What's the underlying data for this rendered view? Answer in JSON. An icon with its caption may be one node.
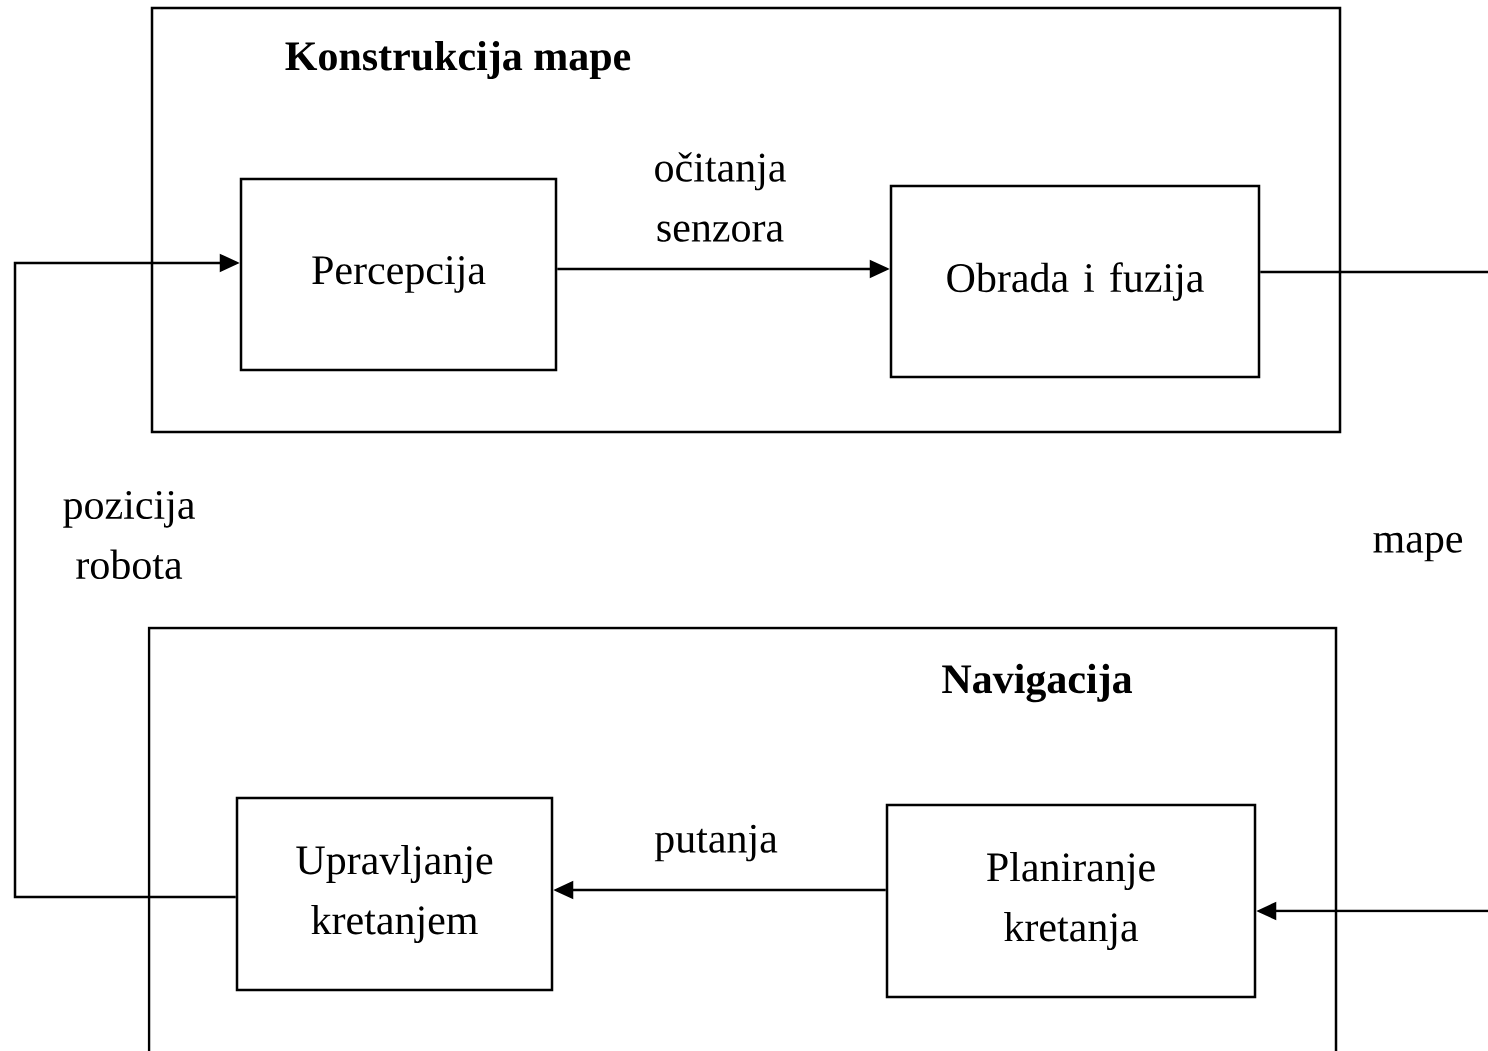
{
  "diagram": {
    "nodes": [
      {
        "text": [
          "Konstrukcija mape"
        ]
      },
      {
        "text": [
          "Percepcija"
        ],
        "in": 0
      },
      {
        "text": [
          "Obrada i fuzija"
        ],
        "in": 0
      },
      {
        "text": [
          "Navigacija"
        ]
      },
      {
        "text": [
          "Upravljanje kretanjem"
        ],
        "in": 3
      },
      {
        "text": [
          "Planiranje kretanja"
        ],
        "in": 3
      }
    ],
    "edges": [
      {
        "from": 1,
        "to": 2,
        "arrow": "to",
        "label": "očitanja senzora"
      },
      {
        "from": 5,
        "to": 4,
        "arrow": "to",
        "label": "putanja"
      },
      {
        "from": 4,
        "to": 1,
        "arrow": "to",
        "label": "pozicija robota"
      },
      {
        "from": 2,
        "to": 5,
        "arrow": "to",
        "label": "mape"
      }
    ]
  }
}
